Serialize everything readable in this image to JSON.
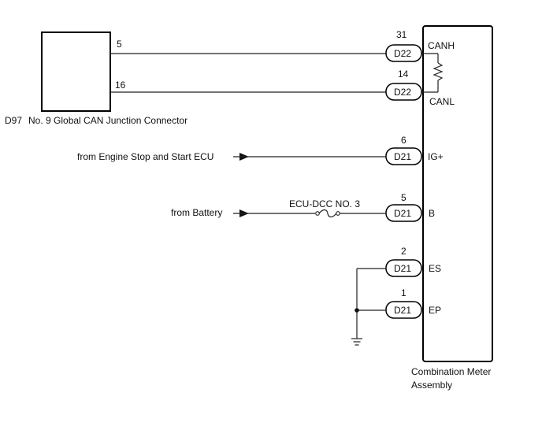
{
  "junction": {
    "code": "D97",
    "name": "No. 9 Global CAN Junction Connector",
    "pins": [
      "5",
      "16"
    ]
  },
  "meter": {
    "name_line1": "Combination Meter",
    "name_line2": "Assembly"
  },
  "connectors": [
    {
      "pin": "31",
      "conn": "D22",
      "signal": "CANH"
    },
    {
      "pin": "14",
      "conn": "D22",
      "signal": "CANL"
    },
    {
      "pin": "6",
      "conn": "D21",
      "signal": "IG+"
    },
    {
      "pin": "5",
      "conn": "D21",
      "signal": "B"
    },
    {
      "pin": "2",
      "conn": "D21",
      "signal": "ES"
    },
    {
      "pin": "1",
      "conn": "D21",
      "signal": "EP"
    }
  ],
  "sources": {
    "ig": "from Engine Stop and Start ECU",
    "battery": "from Battery",
    "fuse": "ECU-DCC NO. 3"
  },
  "icons": {
    "resistor": "resistor-icon",
    "fuse": "fuse-icon",
    "ground": "ground-icon",
    "arrow": "arrow-right-icon"
  }
}
